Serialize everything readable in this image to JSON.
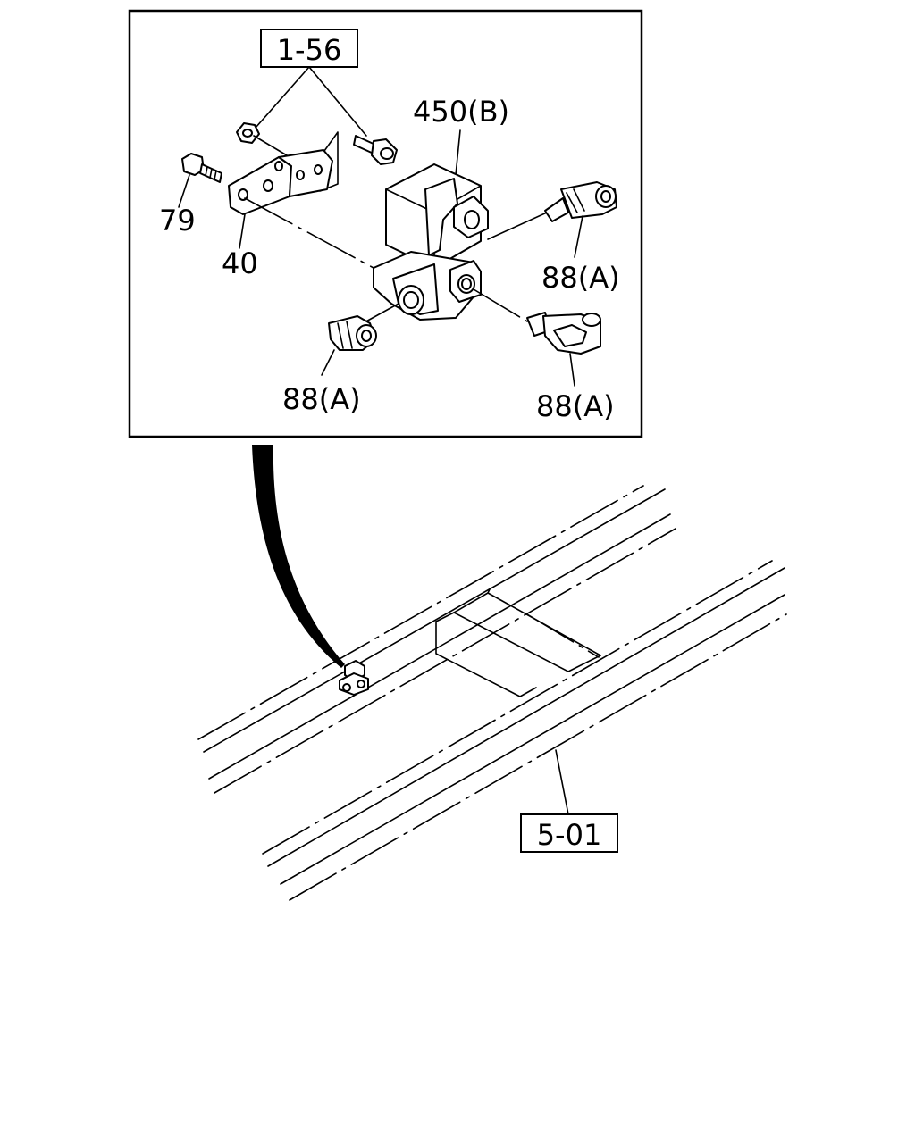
{
  "detail_box": {
    "ref_group": "1-56",
    "parts": {
      "valve": "450(B)",
      "bolt": "79",
      "bracket": "40",
      "fitting_top_right": "88(A)",
      "fitting_bottom_left": "88(A)",
      "fitting_bottom_right": "88(A)"
    }
  },
  "frame": {
    "ref": "5-01"
  }
}
